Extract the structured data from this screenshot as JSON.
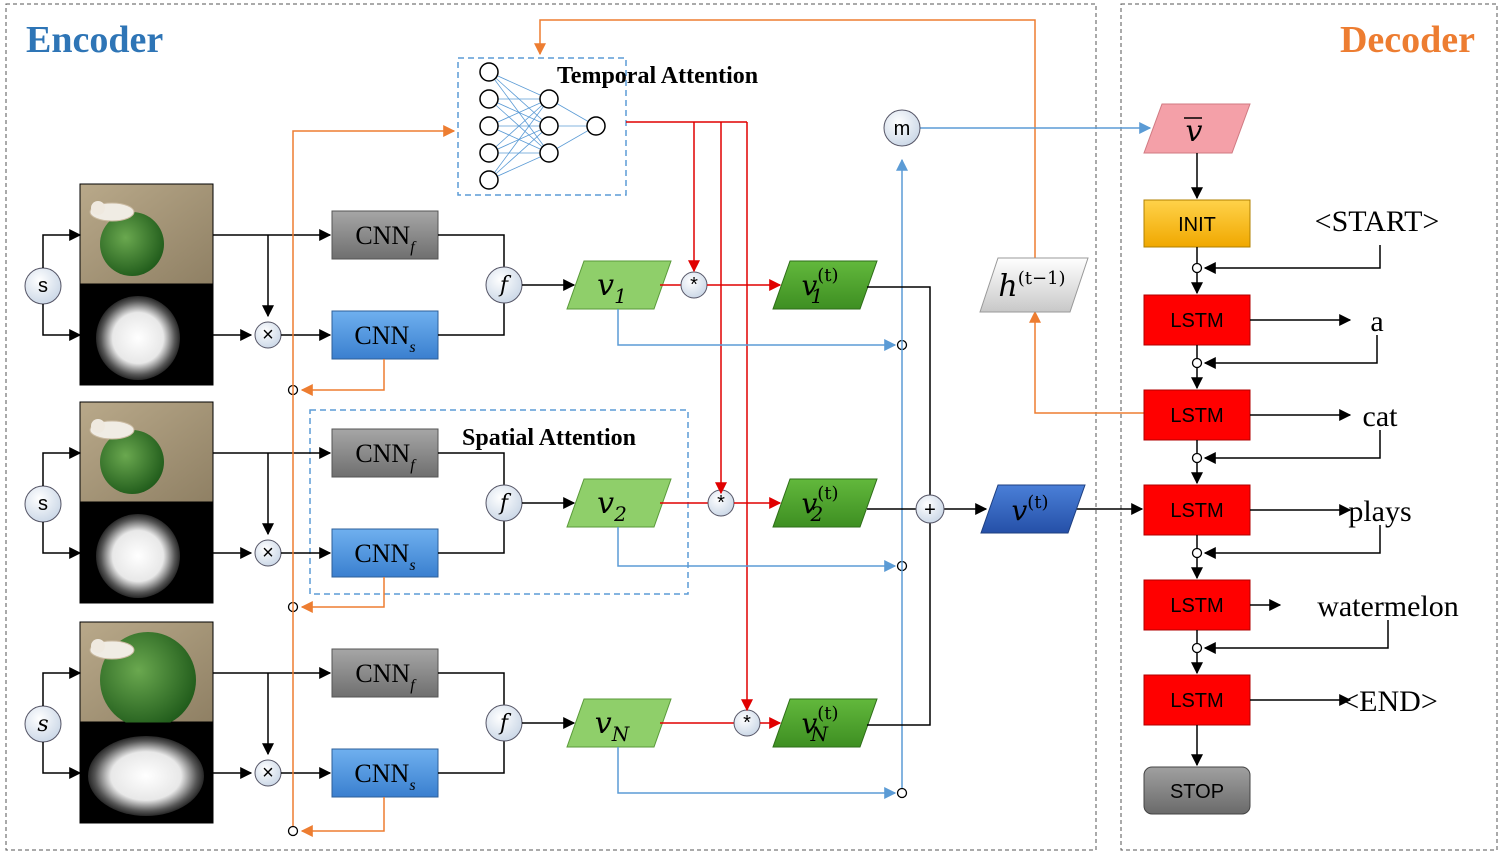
{
  "encoder": {
    "title": "Encoder",
    "temporal_attention_label": "Temporal Attention",
    "spatial_attention_label": "Spatial Attention",
    "split_symbol": "s",
    "multiply_symbol": "×",
    "fuse_symbol": "f",
    "attend_symbol": "*",
    "sum_symbol": "+",
    "mean_symbol": "m",
    "cnn_base": "CNN",
    "cnn_frame_sub": "f",
    "cnn_saliency_sub": "s",
    "frames": [
      {
        "feature_base": "v",
        "feature_sub": "1",
        "attended_sub": "1"
      },
      {
        "feature_base": "v",
        "feature_sub": "2",
        "attended_sub": "2"
      },
      {
        "feature_base": "v",
        "feature_sub": "N",
        "attended_sub": "N"
      }
    ],
    "attended_sup": "(t)",
    "combined_base": "v",
    "combined_sup": "(t)",
    "hidden_base": "h",
    "hidden_sup": "(t−1)"
  },
  "decoder": {
    "title": "Decoder",
    "mean_feature": "v",
    "init_label": "INIT",
    "start_token": "<START>",
    "lstm_label": "LSTM",
    "words": [
      "a",
      "cat",
      "plays",
      "watermelon",
      "<END>"
    ],
    "stop_label": "STOP"
  },
  "colors": {
    "encoder_title": "#2e75b6",
    "decoder_title": "#ed7d31",
    "cnn_frame": "#7f7f7f",
    "cnn_saliency": "#4a90d9",
    "feature_green": "#8fcf6a",
    "attended_green": "#4ea72e",
    "combined_blue": "#2f5fbf",
    "lstm_red": "#ff0000",
    "init_yellow": "#ffc000",
    "mean_pink": "#f4a0a8",
    "stop_gray": "#808080",
    "red_arrow": "#e00000",
    "blue_arrow": "#5b9bd5",
    "orange_arrow": "#ed7d31"
  }
}
